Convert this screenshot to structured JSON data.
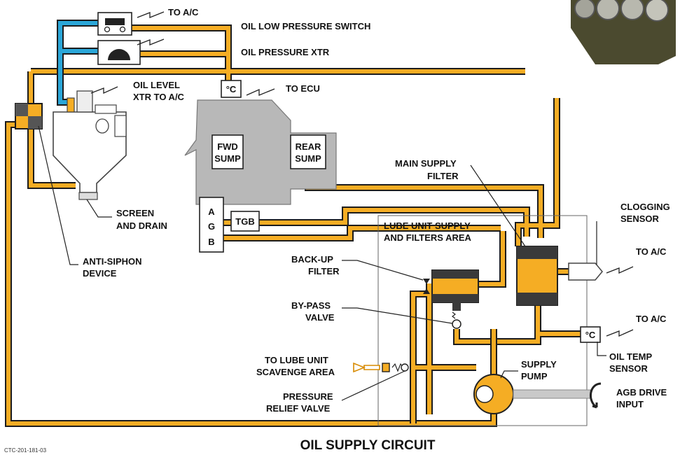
{
  "diagram": {
    "title": "OIL SUPPLY CIRCUIT",
    "reference": "CTC-201-181-03",
    "colors": {
      "oil": "#f5ad24",
      "pressure_line": "#2aa6d8",
      "engine": "#b8b8b8",
      "outline": "#1c1c1c"
    },
    "labels": {
      "to_ac_top": "TO A/C",
      "oil_low_pressure_switch": "OIL LOW PRESSURE SWITCH",
      "oil_pressure_xtr": "OIL PRESSURE XTR",
      "oil_level_xtr_1": "OIL LEVEL",
      "oil_level_xtr_2": "XTR TO A/C",
      "to_ecu": "TO ECU",
      "temp_unit": "°C",
      "fwd_sump_1": "FWD",
      "fwd_sump_2": "SUMP",
      "rear_sump_1": "REAR",
      "rear_sump_2": "SUMP",
      "agb_a": "A",
      "agb_g": "G",
      "agb_b": "B",
      "tgb": "TGB",
      "screen_drain_1": "SCREEN",
      "screen_drain_2": "AND DRAIN",
      "anti_siphon_1": "ANTI-SIPHON",
      "anti_siphon_2": "DEVICE",
      "main_supply_filter_1": "MAIN SUPPLY",
      "main_supply_filter_2": "FILTER",
      "lube_area_1": "LUBE UNIT SUPPLY",
      "lube_area_2": "AND FILTERS AREA",
      "clogging_1": "CLOGGING",
      "clogging_2": "SENSOR",
      "to_ac_clog": "TO A/C",
      "backup_1": "BACK-UP",
      "backup_2": "FILTER",
      "bypass_1": "BY-PASS",
      "bypass_2": "VALVE",
      "to_ac_temp": "TO A/C",
      "oil_temp_1": "OIL TEMP",
      "oil_temp_2": "SENSOR",
      "scavenge_1": "TO LUBE UNIT",
      "scavenge_2": "SCAVENGE AREA",
      "supply_pump_1": "SUPPLY",
      "supply_pump_2": "PUMP",
      "relief_1": "PRESSURE",
      "relief_2": "RELIEF VALVE",
      "agb_drive_1": "AGB DRIVE",
      "agb_drive_2": "INPUT"
    }
  }
}
